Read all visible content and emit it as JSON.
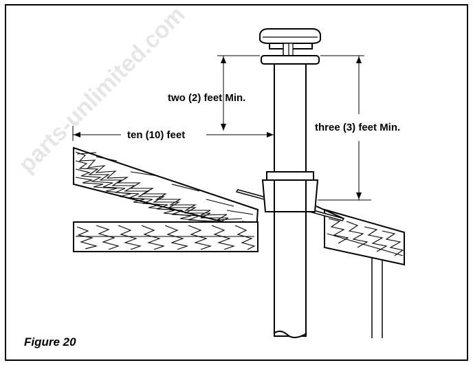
{
  "figure": {
    "caption": "Figure 20"
  },
  "labels": {
    "two_feet": "two (2) feet Min.",
    "three_feet": "three (3) feet Min.",
    "ten_feet": "ten (10) feet"
  },
  "watermark": {
    "text": "parts-unlimited.com"
  },
  "colors": {
    "line": "#000000",
    "background": "#ffffff",
    "watermark": "#e6e6e6"
  }
}
